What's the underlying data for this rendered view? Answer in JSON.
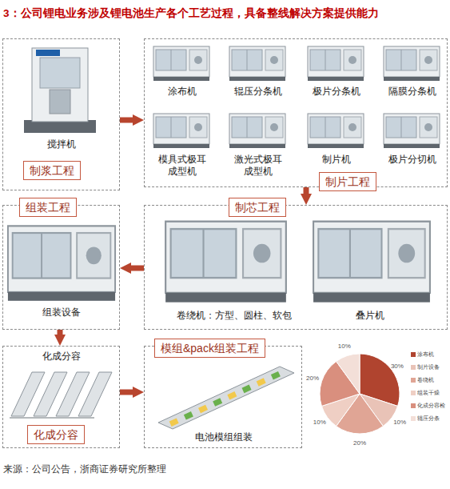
{
  "diagram": {
    "title": "3：公司锂电业务涉及锂电池生产各个工艺过程，具备整线解决方案提供能力",
    "caption": "来源：公司公告，浙商证券研究所整理",
    "nodes": [
      {
        "text": [
          "搅拌机"
        ]
      },
      {
        "text": [
          "制浆工程"
        ],
        "in": 0
      },
      {
        "text": [
          "涂布机",
          "辊压分条机",
          "极片分条机",
          "隔膜分条机",
          "模具式极耳成型机",
          "激光式极耳成型机",
          "制片机",
          "极片分切机"
        ]
      },
      {
        "text": [
          "制片工程"
        ],
        "in": 2
      },
      {
        "text": [
          "组装设备"
        ]
      },
      {
        "text": [
          "组装工程"
        ],
        "in": 4
      },
      {
        "text": [
          "卷绕机：方型、圆柱、软包",
          "叠片机"
        ]
      },
      {
        "text": [
          "制芯工程"
        ],
        "in": 6
      },
      {
        "text": [
          "化成分容"
        ]
      },
      {
        "text": [
          "化成分容"
        ],
        "in": 8
      },
      {
        "text": [
          "电池模组组装"
        ]
      },
      {
        "text": [
          "模组&pack组装工程"
        ],
        "in": 10
      }
    ],
    "edges": [
      {
        "from": 0,
        "to": 2,
        "arrow": "to"
      },
      {
        "from": 2,
        "to": 6,
        "arrow": "to"
      },
      {
        "from": 6,
        "to": 4,
        "arrow": "to"
      },
      {
        "from": 4,
        "to": 8,
        "arrow": "to"
      },
      {
        "from": 8,
        "to": 10,
        "arrow": "to"
      }
    ],
    "labels": [
      "10%",
      "30%",
      "20%",
      "10%",
      "10%",
      "20%"
    ],
    "legend": [
      {
        "text": "涂布机",
        "color": "#b0442f"
      },
      {
        "text": "制片设备",
        "color": "#e9c3b7"
      },
      {
        "text": "卷绕机",
        "color": "#e0a595"
      },
      {
        "text": "组装干燥",
        "color": "#efcfc4"
      },
      {
        "text": "化成分容检",
        "color": "#d98f7e"
      },
      {
        "text": "辊压分条",
        "color": "#f3dfd8"
      }
    ]
  }
}
